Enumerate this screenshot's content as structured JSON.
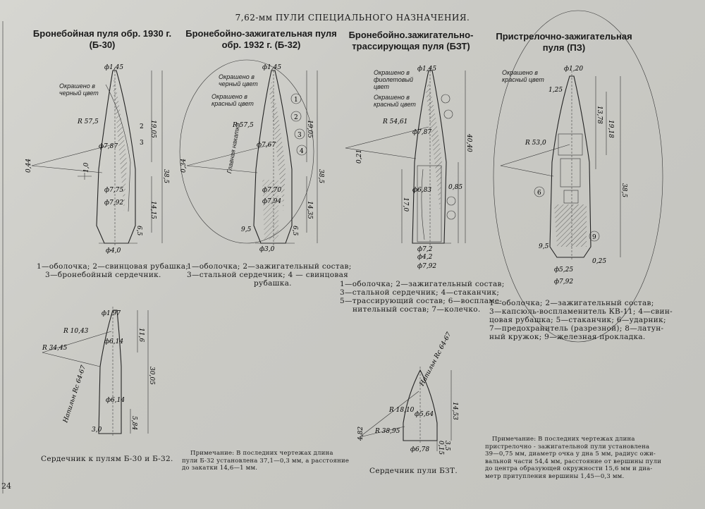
{
  "page_title": "7,62-мм ПУЛИ СПЕЦИАЛЬНОГО НАЗНАЧЕНИЯ.",
  "page_number": "24",
  "bullets": [
    {
      "title_line1": "Бронебойная пуля обр. 1930 г.",
      "title_line2": "(Б-30)",
      "labels": [
        "Окрашено в",
        "черный цвет"
      ],
      "legend_line1": "1—оболочка; 2—свинцовая рубашка;",
      "legend_line2": "3—бронебойный сердечник."
    },
    {
      "title_line1": "Бронебойно-зажигательная пуля",
      "title_line2": "обр. 1932 г. (Б-32)",
      "labels": [
        "Окрашено в",
        "черный цвет",
        "Окрашено в",
        "красный цвет",
        "Главная накатка"
      ],
      "legend_line1": "1—оболочка; 2—зажигательный состав;",
      "legend_line2": "3—стальной сердечник; 4 — свинцовая",
      "legend_line3": "рубашка."
    },
    {
      "title_line1": "Бронебойно.зажигательно-",
      "title_line2": "трассирующая пуля (БЗТ)",
      "labels": [
        "Окрашено в",
        "фиолетовый",
        "цвет",
        "Окрашено в",
        "красный цвет"
      ],
      "legend_line1": "1—оболочка; 2—зажигательный состав;",
      "legend_line2": "3—стальной сердечник; 4—стаканчик;",
      "legend_line3": "5—трассирующий состав; 6—воспламе-",
      "legend_line4": "нительный состав; 7—колечко."
    },
    {
      "title_line1": "Пристрелочно-зажигательная",
      "title_line2": "пуля (ПЗ)",
      "labels": [
        "Окрашено в",
        "красный цвет"
      ],
      "legend_line1": "1—оболочка; 2—зажигательный состав;",
      "legend_line2": "3—капсюль-воспламенитель КВ-11; 4—свин-",
      "legend_line3": "цовая рубашка; 5—стаканчик; 6—ударник;",
      "legend_line4": "7—предохранитель (разрезной); 8—латун-",
      "legend_line5": "ный кружок; 9—железная прокладка."
    }
  ],
  "core_captions": {
    "b30_b32": "Сердечник к пулям Б-30 и Б-32.",
    "bzt": "Сердечник пули БЗТ."
  },
  "notes": {
    "note1_line1": "Примечание: В последних чертежах длина",
    "note1_line2": "пули Б-32 установлена 37,1—0,3 мм, а расстояние",
    "note1_line3": "до закатки 14,6—1 мм.",
    "note2_line1": "Примечание: В последних чертежах длина",
    "note2_line2": "пристрелочно - зажигательной пули установлена",
    "note2_line3": "39—0,75 мм, диаметр очка у дна 5 мм, радиус ожи-",
    "note2_line4": "вальной части 54,4 мм, расстояние от вершины пули",
    "note2_line5": "до центра образующей окружности 15,6 мм и диа-",
    "note2_line6": "метр притупления вершины 1,45—0,3 мм."
  },
  "dimensions": {
    "b30": [
      "ф1,45",
      "R 57,5",
      "ф7,87",
      "ф7,75",
      "ф7,92",
      "ф4,0",
      "19,05",
      "38,5",
      "14,15",
      "6,5",
      "0,44",
      "1,0"
    ],
    "b32": [
      "ф1,45",
      "R 57,5",
      "ф7,67",
      "ф7,70",
      "ф7,94",
      "ф3,0",
      "19,05",
      "38,5",
      "14,35",
      "6,5",
      "0,34",
      "9,5"
    ],
    "bzt": [
      "ф1,45",
      "R 54,61",
      "ф7,87",
      "ф6,83",
      "ф7,2",
      "ф4,2",
      "ф7,92",
      "40,40",
      "17,0",
      "0,85",
      "0,21"
    ],
    "pz": [
      "ф1,20",
      "R 53,0",
      "ф5,25",
      "ф7,92",
      "13,78",
      "19,18",
      "38,5",
      "0,25",
      "9,5",
      "1,25"
    ],
    "core_b": [
      "ф1,97",
      "R 10,43",
      "R 34,45",
      "ф6,14",
      "ф6,14",
      "30,05",
      "11,6",
      "5,84",
      "3,0"
    ],
    "core_bzt": [
      "R 18,10",
      "R 38,95",
      "ф5,64",
      "ф6,78",
      "14,53",
      "4,82",
      "0,15",
      "3,5"
    ],
    "core_hardness": [
      "Напильн Rс 64-67",
      "Напильн Rс 64-67"
    ]
  }
}
